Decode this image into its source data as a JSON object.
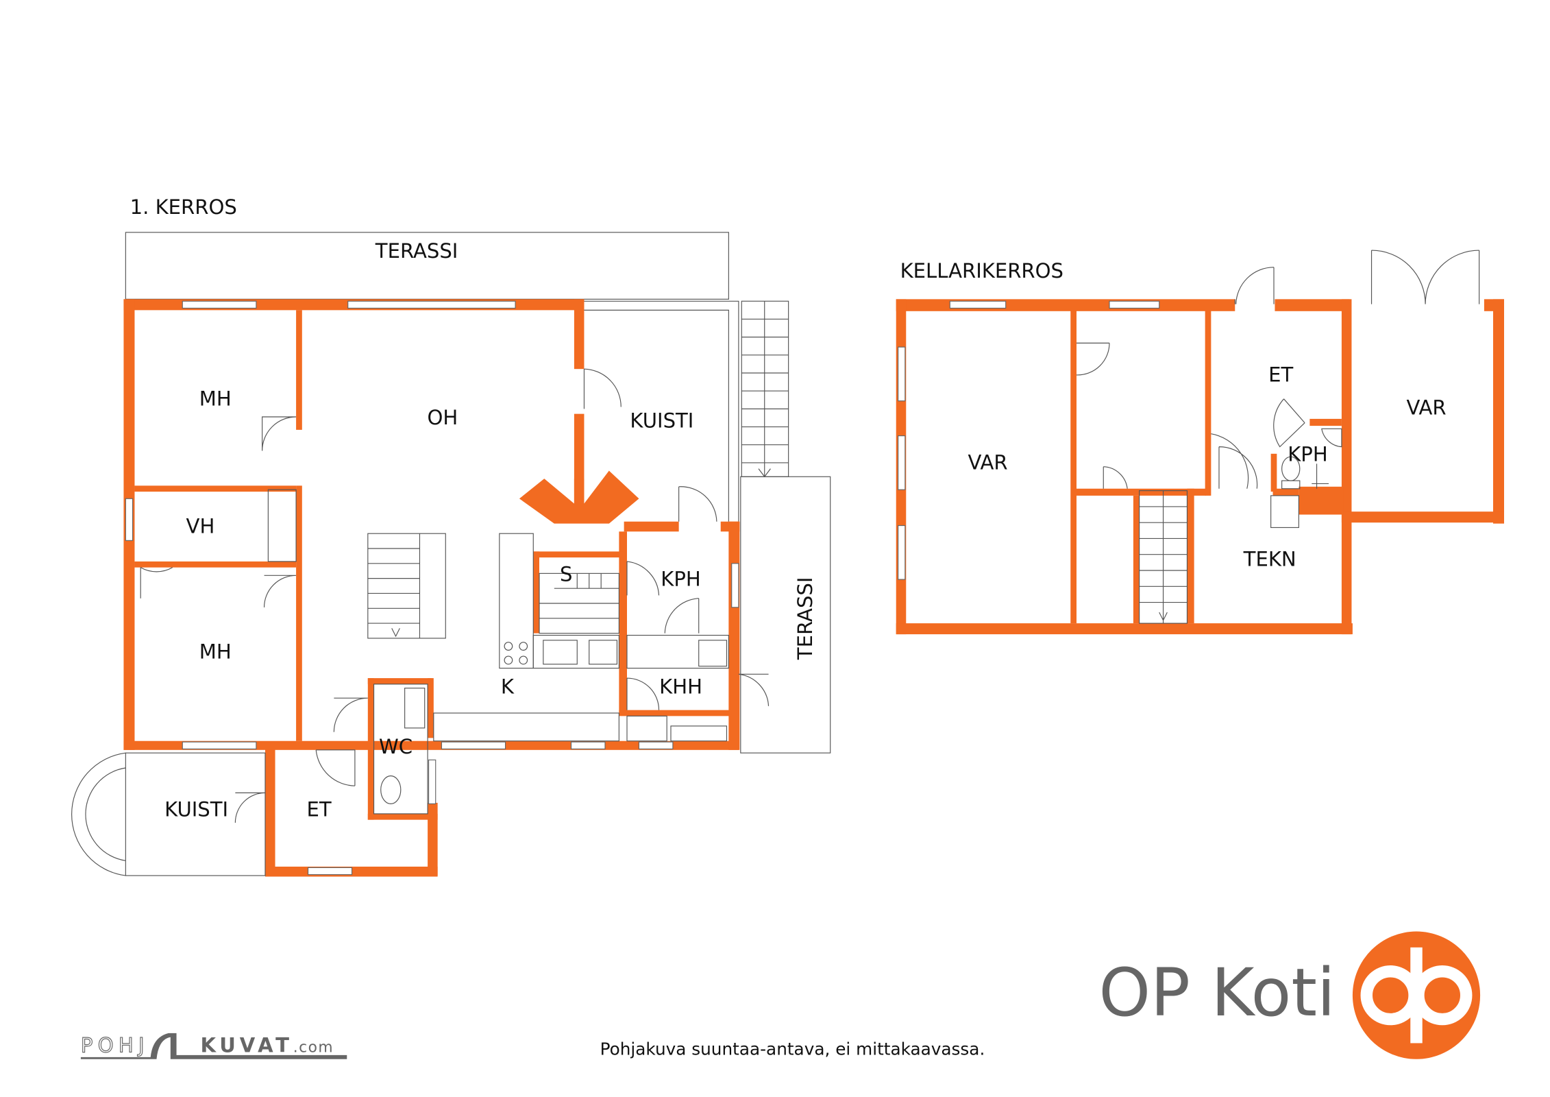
{
  "floor1": {
    "title": "1. KERROS",
    "rooms": {
      "terassi_top": "TERASSI",
      "mh1": "MH",
      "oh": "OH",
      "kuisti_upper": "KUISTI",
      "vh": "VH",
      "s": "S",
      "kph": "KPH",
      "mh2": "MH",
      "k": "K",
      "khh": "KHH",
      "wc": "WC",
      "kuisti_lower": "KUISTI",
      "et": "ET",
      "terassi_side": "TERASSI"
    }
  },
  "basement": {
    "title": "KELLARIKERROS",
    "rooms": {
      "var1": "VAR",
      "et": "ET",
      "kph": "KPH",
      "var2": "VAR",
      "tekn": "TEKN"
    }
  },
  "footer": {
    "disclaimer": "Pohjakuva suuntaa-antava, ei mittakaavassa.",
    "pohjakuvat_logo": "POHJAKUVAT.com",
    "brand": "OP Koti"
  },
  "colors": {
    "wall": "#f26b21",
    "brand_text": "#666666"
  }
}
